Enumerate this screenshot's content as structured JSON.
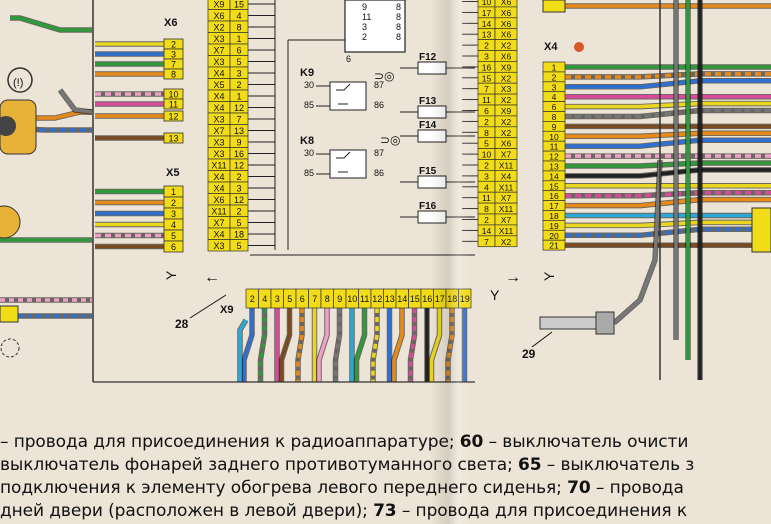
{
  "diagram": {
    "blocks": {
      "left_block": {
        "pins": [
          "X9",
          "X6",
          "X2",
          "X3",
          "X7",
          "X3",
          "X4",
          "X5",
          "X4",
          "X4",
          "X3",
          "X7",
          "X3",
          "X3",
          "X11",
          "X4",
          "X4",
          "X6",
          "X11",
          "X7",
          "X4",
          "X3"
        ],
        "nums": [
          "15",
          "4",
          "8",
          "1",
          "6",
          "5",
          "3",
          "2",
          "1",
          "12",
          "7",
          "13",
          "9",
          "16",
          "12",
          "2",
          "3",
          "12",
          "2",
          "5",
          "18",
          "5"
        ]
      },
      "mid_block": {
        "pins": [
          "X6",
          "X6",
          "X6",
          "X6",
          "X2",
          "X6",
          "X9",
          "X2",
          "X3",
          "X2",
          "X9",
          "X2",
          "X2",
          "X6",
          "X7",
          "X11",
          "X4",
          "X11",
          "X7",
          "X11",
          "X7",
          "X11",
          "X2"
        ],
        "nums": [
          "10",
          "17",
          "14",
          "13",
          "2",
          "3",
          "16",
          "15",
          "7",
          "11",
          "6",
          "2",
          "8",
          "5",
          "10",
          "2",
          "3",
          "4",
          "11",
          "8",
          "2",
          "14",
          "7"
        ]
      },
      "relay_box_pins": [
        "9",
        "11",
        "3",
        "2"
      ]
    },
    "connectors": {
      "x6": {
        "label": "X6",
        "pins": [
          "2",
          "3",
          "7",
          "8",
          "10",
          "11",
          "12",
          "13"
        ]
      },
      "x5": {
        "label": "X5",
        "pins": [
          "1",
          "2",
          "3",
          "4",
          "5",
          "6"
        ]
      },
      "x4": {
        "label": "X4",
        "pins": [
          "1",
          "2",
          "3",
          "4",
          "6",
          "8",
          "9",
          "10",
          "11",
          "12",
          "13",
          "14",
          "15",
          "16",
          "17",
          "18",
          "19",
          "20",
          "21"
        ]
      },
      "x9": {
        "label": "X9",
        "pins": [
          "2",
          "4",
          "3",
          "5",
          "6",
          "7",
          "8",
          "9",
          "10",
          "11",
          "12",
          "13",
          "14",
          "15",
          "16",
          "17",
          "18",
          "19"
        ]
      }
    },
    "relays": {
      "k9": {
        "label": "K9",
        "pins": [
          "30",
          "85",
          "87",
          "86"
        ]
      },
      "k8": {
        "label": "K8",
        "pins": [
          "30",
          "85",
          "87",
          "86"
        ]
      }
    },
    "fuses": [
      "F12",
      "F13",
      "F14",
      "F15",
      "F16"
    ],
    "relay_note": "6",
    "callouts": [
      "28",
      "29"
    ]
  },
  "caption": {
    "line1": [
      {
        "t": "– провода для присоединения к радиоаппаратуре; ",
        "b": false
      },
      {
        "t": "60",
        "b": true
      },
      {
        "t": " – выключатель очисти",
        "b": false
      }
    ],
    "line2": [
      {
        "t": "выключатель фонарей заднего противотуманного света; ",
        "b": false
      },
      {
        "t": "65",
        "b": true
      },
      {
        "t": " – выключатель з",
        "b": false
      }
    ],
    "line3": [
      {
        "t": "подключения к элементу обогрева левого переднего сиденья; ",
        "b": false
      },
      {
        "t": "70",
        "b": true
      },
      {
        "t": " – провода",
        "b": false
      }
    ],
    "line4": [
      {
        "t": "дней двери (расположен в левой двери); ",
        "b": false
      },
      {
        "t": "73",
        "b": true
      },
      {
        "t": " – провода для присоединения к",
        "b": false
      }
    ]
  },
  "colors": {
    "connector_fill": "#f2dc18",
    "wire_palette": [
      "#e88a1a",
      "#2f9a3c",
      "#e8d620",
      "#2f6fd0",
      "#d84a9a",
      "#7a4a22",
      "#777777",
      "#f0a0c8",
      "#222222",
      "#2aa8d8",
      "#c84a2a"
    ]
  }
}
